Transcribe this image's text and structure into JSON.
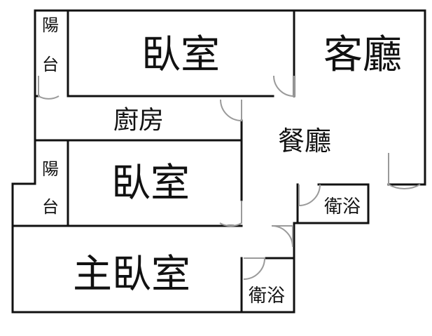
{
  "floorplan": {
    "rooms": {
      "balcony_top_line1": "陽",
      "balcony_top_line2": "台",
      "bedroom_top": "臥室",
      "living_room": "客廳",
      "kitchen": "廚房",
      "dining_room": "餐廳",
      "balcony_mid_line1": "陽",
      "balcony_mid_line2": "台",
      "bedroom_mid": "臥室",
      "bathroom_right": "衛浴",
      "master_bedroom": "主臥室",
      "bathroom_bottom": "衛浴"
    },
    "colors": {
      "wall": "#111111",
      "door": "#9a9a9a",
      "background": "#ffffff"
    }
  }
}
